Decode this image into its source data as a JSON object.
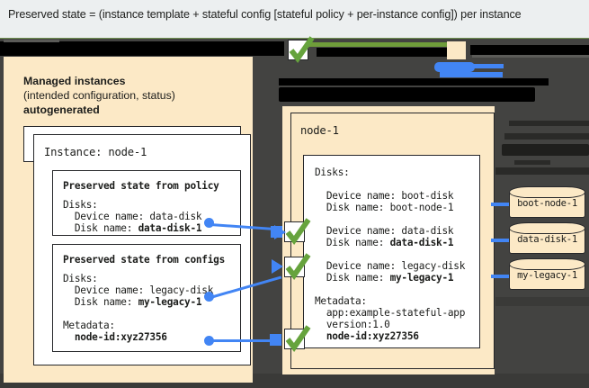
{
  "caption": {
    "text": "Preserved state = (instance template + stateful config [stateful policy + per-instance config]) per instance"
  },
  "colors": {
    "cream": "#fce9c6",
    "dark_canvas": "#434341",
    "accent_blue": "#4285f4",
    "check_green": "#66a33d",
    "caption_band": "#eceff0",
    "ink": "#1b1c1a"
  },
  "left_panel": {
    "title": "Managed instances",
    "subtitle": "(intended configuration, status)",
    "subtitle_bold": "autogenerated",
    "instance_label": "Instance: node-1",
    "policy_box": {
      "heading": "Preserved state from policy",
      "lines": [
        {
          "text": "Disks:",
          "bold": false
        },
        {
          "text": "  Device name: data-disk",
          "bold": false
        },
        {
          "text": "  Disk name: ",
          "bold": false,
          "bold_tail": "data-disk-1"
        }
      ]
    },
    "configs_box": {
      "heading": "Preserved state from configs",
      "lines": [
        {
          "text": "Disks:",
          "bold": false
        },
        {
          "text": "  Device name: legacy-disk",
          "bold": false
        },
        {
          "text": "  Disk name: ",
          "bold": false,
          "bold_tail": "my-legacy-1"
        },
        {
          "text": "",
          "bold": false
        },
        {
          "text": "Metadata:",
          "bold": false
        },
        {
          "text": "  ",
          "bold": false,
          "bold_tail": "node-id:xyz27356"
        }
      ]
    }
  },
  "right_panel": {
    "node_label": "node-1",
    "disks_heading": "Disks:",
    "disk_entries": [
      {
        "device": "  Device name: boot-disk",
        "disk_prefix": "  Disk name: ",
        "disk_name": "boot-node-1",
        "disk_name_bold": false,
        "checked": false
      },
      {
        "device": "  Device name: data-disk",
        "disk_prefix": "  Disk name: ",
        "disk_name": "data-disk-1",
        "disk_name_bold": true,
        "checked": true
      },
      {
        "device": "  Device name: legacy-disk",
        "disk_prefix": "  Disk name: ",
        "disk_name": "my-legacy-1",
        "disk_name_bold": true,
        "checked": true
      }
    ],
    "metadata_heading": "Metadata:",
    "metadata_lines": [
      {
        "text": "  app:example-stateful-app",
        "bold": false
      },
      {
        "text": "  version:1.0",
        "bold": false
      },
      {
        "text": "  node-id:xyz27356",
        "bold": true
      }
    ]
  },
  "disks": [
    {
      "label": "boot-node-1"
    },
    {
      "label": "data-disk-1"
    },
    {
      "label": "my-legacy-1"
    }
  ],
  "icons": {
    "check": "check-mark-icon"
  }
}
